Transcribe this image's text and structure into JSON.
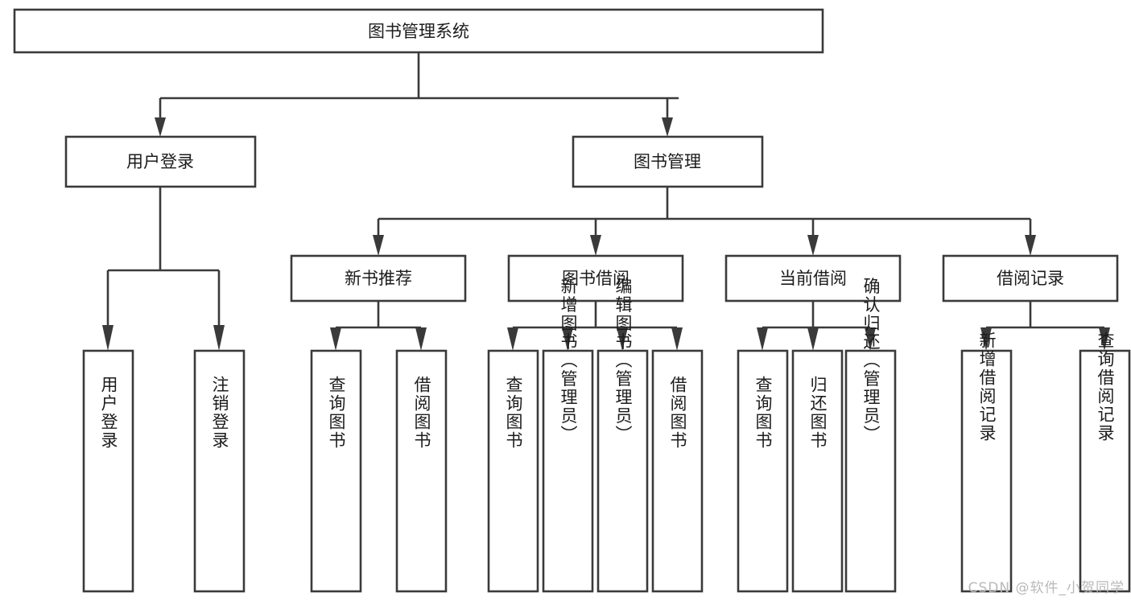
{
  "diagram": {
    "title": "图书管理系统",
    "type": "tree-hierarchy-diagram",
    "colors": {
      "box_stroke": "#3a3a3a",
      "box_fill": "#ffffff",
      "connector": "#3a3a3a",
      "text": "#1c1c1c",
      "background": "#ffffff",
      "watermark": "#b9b9b9"
    },
    "root": {
      "label": "图书管理系统"
    },
    "level2": [
      {
        "label": "用户登录"
      },
      {
        "label": "图书管理"
      }
    ],
    "level3": [
      {
        "label": "新书推荐"
      },
      {
        "label": "图书借阅"
      },
      {
        "label": "当前借阅"
      },
      {
        "label": "借阅记录"
      }
    ],
    "leaves": {
      "user_login": [
        {
          "label": "用户登录"
        },
        {
          "label": "注销登录"
        }
      ],
      "new_book_recommend": [
        {
          "label": "查询图书"
        },
        {
          "label": "借阅图书"
        }
      ],
      "book_borrow": [
        {
          "label": "查询图书"
        },
        {
          "label": "新增图书（管理员）"
        },
        {
          "label": "编辑图书（管理员）"
        },
        {
          "label": "借阅图书"
        }
      ],
      "current_borrow": [
        {
          "label": "查询图书"
        },
        {
          "label": "归还图书"
        },
        {
          "label": "确认归还（管理员）"
        }
      ],
      "borrow_record": [
        {
          "label": "新增借阅记录"
        },
        {
          "label": "查询借阅记录"
        }
      ]
    }
  },
  "watermark": {
    "text": "CSDN @软件_小贺同学"
  }
}
